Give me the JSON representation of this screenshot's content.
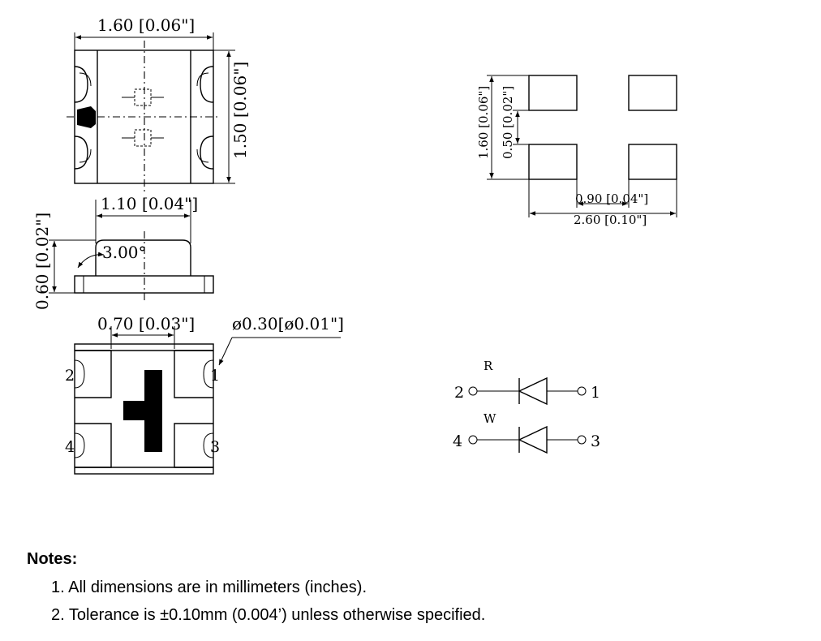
{
  "top_view": {
    "width_label": "1.60 [0.06\"]",
    "height_label": "1.50 [0.06\"]"
  },
  "side_view": {
    "top_width_label": "1.10 [0.04\"]",
    "height_label": "0.60 [0.02\"]",
    "angle_label": "3.00°"
  },
  "bottom_view": {
    "pad_width_label": "0.70 [0.03\"]",
    "hole_label": "ø0.30[ø0.01\"]",
    "pin_labels": [
      "2",
      "4",
      "1",
      "3"
    ]
  },
  "footprint": {
    "height_label": "1.60 [0.06\"]",
    "gap_label": "0.50 [0.02\"]",
    "inner_gap_label": "0.90 [0.04\"]",
    "total_width_label": "2.60 [0.10\"]"
  },
  "schematic": {
    "led_r": {
      "name": "R",
      "pin_left": "2",
      "pin_right": "1"
    },
    "led_w": {
      "name": "W",
      "pin_left": "4",
      "pin_right": "3"
    }
  },
  "notes": {
    "title": "Notes:",
    "items": [
      "1. All dimensions are in millimeters (inches).",
      "2. Tolerance is ±0.10mm (0.004’) unless otherwise specified."
    ]
  }
}
